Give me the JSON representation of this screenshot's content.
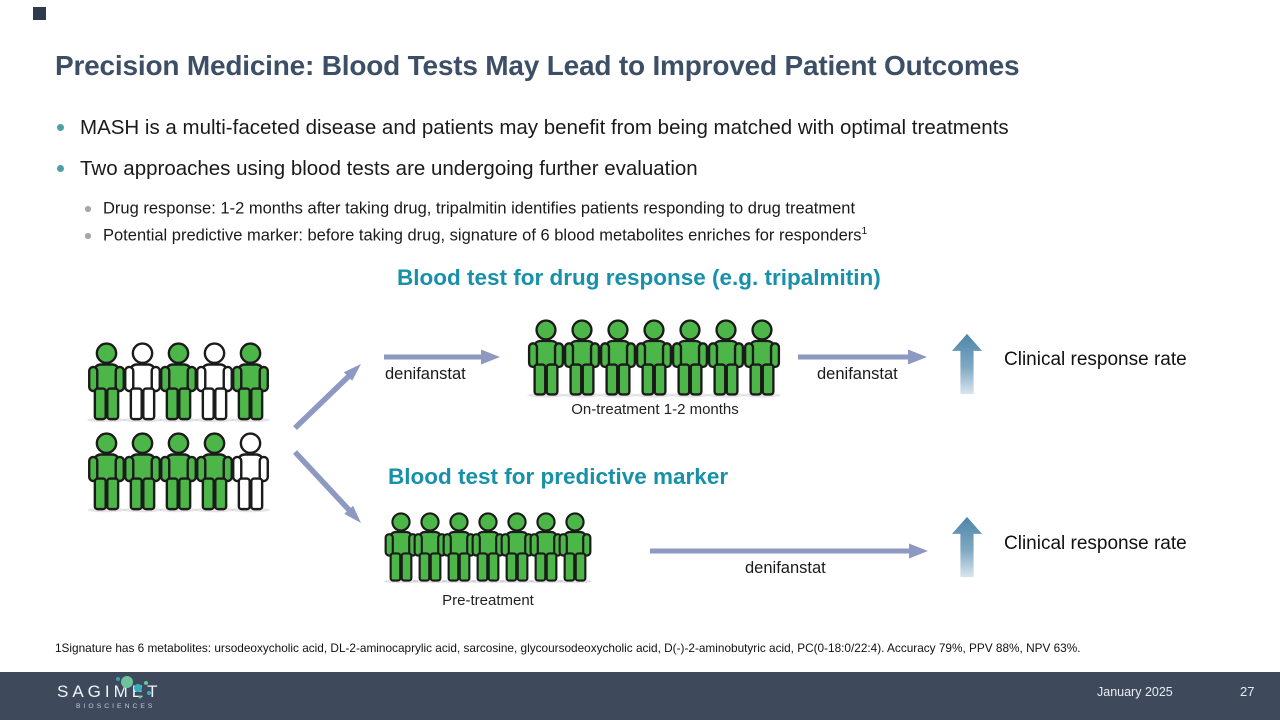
{
  "slide": {
    "title": "Precision Medicine: Blood Tests May Lead to Improved Patient Outcomes",
    "bullets": [
      "MASH is a multi-faceted disease and patients may benefit from being matched with optimal treatments",
      "Two approaches using blood tests are undergoing further evaluation"
    ],
    "sub_bullets": [
      {
        "text": "Drug response: 1-2 months after taking drug, tripalmitin identifies patients responding to drug treatment",
        "sup": ""
      },
      {
        "text": "Potential predictive marker: before taking drug, signature of 6 blood metabolites enriches for responders",
        "sup": "1"
      }
    ],
    "flows": {
      "top": {
        "heading": "Blood test for drug response (e.g. tripalmitin)",
        "arrow1_label": "denifanstat",
        "group_label": "On-treatment 1-2 months",
        "arrow2_label": "denifanstat",
        "outcome_label": "Clinical response rate"
      },
      "bottom": {
        "heading": "Blood test for predictive marker",
        "arrow_label": "denifanstat",
        "group_label": "Pre-treatment",
        "outcome_label": "Clinical response rate"
      }
    },
    "population": {
      "left_rows": [
        [
          "green",
          "white",
          "green",
          "white",
          "green"
        ],
        [
          "green",
          "green",
          "green",
          "green",
          "white"
        ]
      ],
      "on_treatment": [
        "green",
        "green",
        "green",
        "green",
        "green",
        "green",
        "green"
      ],
      "pre_treatment": [
        "green",
        "green",
        "green",
        "green",
        "green",
        "green",
        "green"
      ]
    },
    "footnote": "1Signature has 6 metabolites: ursodeoxycholic acid, DL-2-aminocaprylic acid, sarcosine, glycoursodeoxycholic acid, D(-)-2-aminobutyric acid, PC(0-18:0/22:4). Accuracy 79%, PPV 88%, NPV 63%.",
    "footer": {
      "logo_name": "SAGIMET",
      "logo_sub": "BIOSCIENCES",
      "date": "January 2025",
      "page": "27"
    },
    "colors": {
      "title": "#3D4F66",
      "teal_heading": "#1791A9",
      "person_green": "#4CB648",
      "person_outline": "#1b1b1b",
      "person_white": "#FFFFFF",
      "arrow": "#8E99C1",
      "arrow_up_top": "#4C86AA",
      "arrow_up_bottom": "#D8E6EE",
      "bullet_dot": "#4E9FA6",
      "sub_bullet_dot": "#A6A6A6",
      "footer_bg": "#3E4A5C"
    }
  }
}
